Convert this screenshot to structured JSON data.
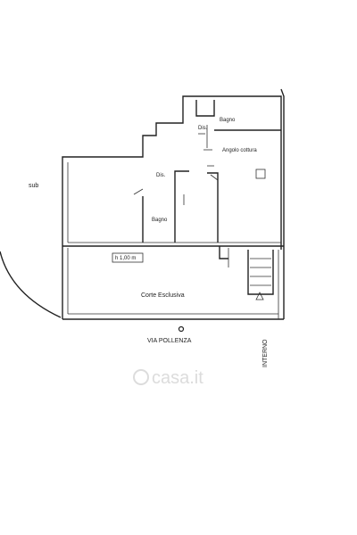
{
  "labels": {
    "bagno_top": "Bagno",
    "dis_top": "Dis.",
    "angolo_cottura": "Angolo cottura",
    "dis_mid": "Dis.",
    "bagno_left": "Bagno",
    "sub": "sub",
    "height_note": "h 1,00 m",
    "corte": "Corte Esclusiva",
    "via": "VIA POLLENZA",
    "interno": "INTERNO"
  },
  "watermark": "casa.it",
  "colors": {
    "lines": "#222222",
    "watermark": "#dcdcdc"
  }
}
